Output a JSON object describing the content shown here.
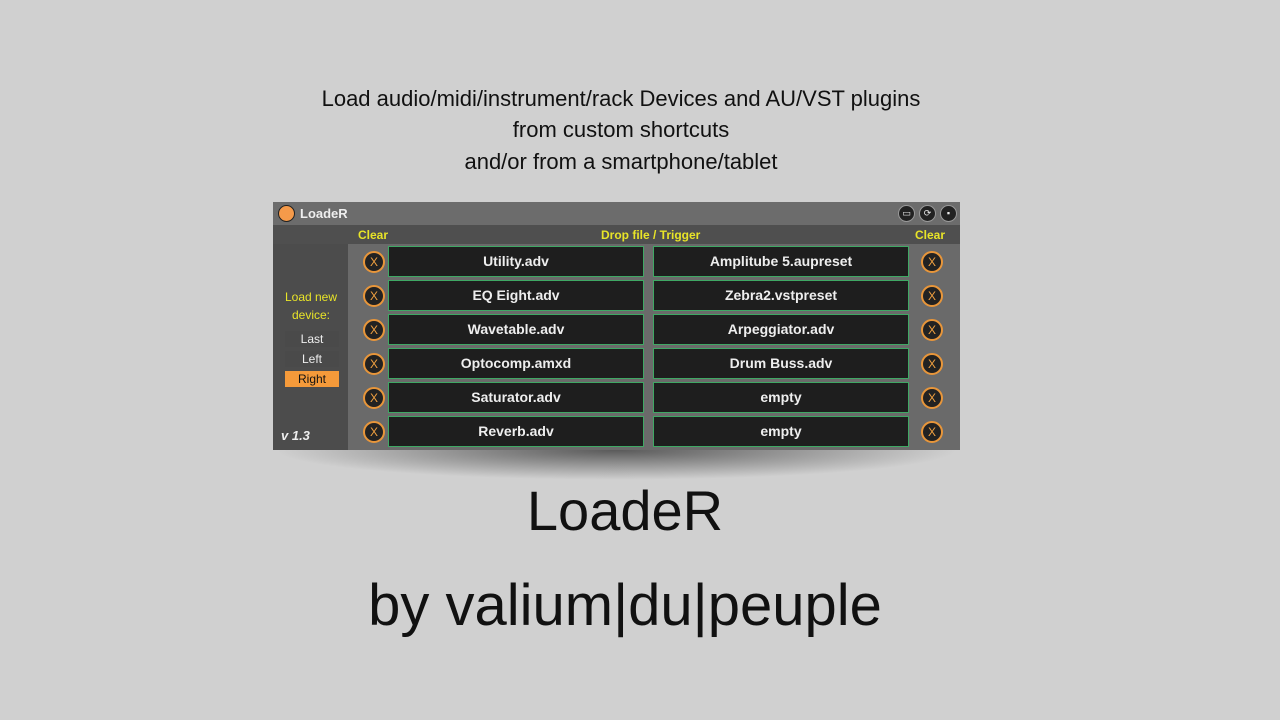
{
  "caption": [
    "Load audio/midi/instrument/rack Devices and AU/VST plugins",
    "from custom shortcuts",
    "and/or from a smartphone/tablet"
  ],
  "device": {
    "title": "LoadeR",
    "clear_left": "Clear",
    "drop_label": "Drop file / Trigger",
    "clear_right": "Clear",
    "load_new_label": "Load new device:",
    "options": [
      "Last",
      "Left",
      "Right"
    ],
    "selected_option": "Right",
    "version": "v 1.3",
    "remove_label": "X",
    "left_slots": [
      "Utility.adv",
      "EQ Eight.adv",
      "Wavetable.adv",
      "Optocomp.amxd",
      "Saturator.adv",
      "Reverb.adv"
    ],
    "right_slots": [
      "Amplitube 5.aupreset",
      "Zebra2.vstpreset",
      "Arpeggiator.adv",
      "Drum Buss.adv",
      "empty",
      "empty"
    ],
    "accent": "#f59a4a",
    "slot_border": "#3fa864",
    "label_color": "#e8e428"
  },
  "product_name": "LoadeR",
  "author": "by valium|du|peuple"
}
